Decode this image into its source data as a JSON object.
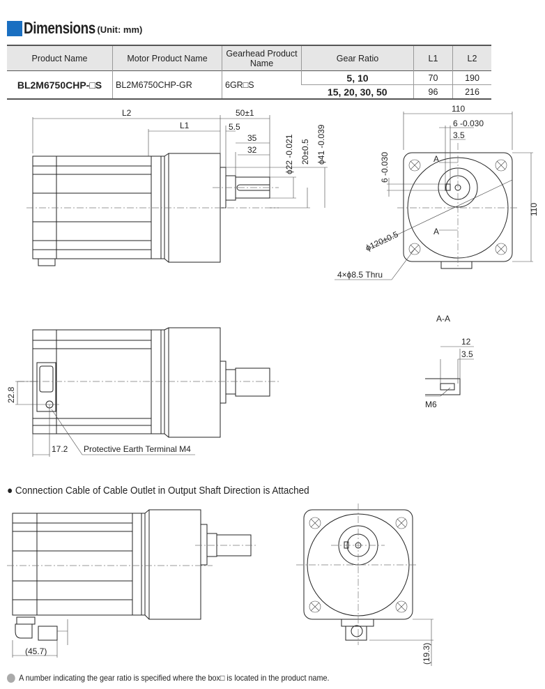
{
  "header": {
    "title": "Dimensions",
    "unit": "(Unit: mm)",
    "accent_color": "#1a6fc1"
  },
  "table": {
    "columns": [
      "Product Name",
      "Motor Product Name",
      "Gearhead  Product Name",
      "Gear Ratio",
      "L1",
      "L2"
    ],
    "product_name": "BL2M6750CHP-□S",
    "motor_product_name": "BL2M6750CHP-GR",
    "gearhead_product_name": "6GR□S",
    "rows": [
      {
        "gear_ratio": "5, 10",
        "l1": "70",
        "l2": "190"
      },
      {
        "gear_ratio": "15, 20, 30, 50",
        "l1": "96",
        "l2": "216"
      }
    ]
  },
  "dims": {
    "l2": "L2",
    "l1": "L1",
    "shaft_len": "50±1",
    "d55": "5.5",
    "d35": "35",
    "d32": "32",
    "phi22": "ϕ22 -0.021",
    "d20": "20±0.5",
    "phi41": "ϕ41 -0.039",
    "w110": "110",
    "key6": "6 -0.030",
    "d35b": "3.5",
    "key6v": "6 -0.030",
    "h110": "110",
    "sec_a": "A",
    "phi120": "ϕ120±0.5",
    "holes": "4×ϕ8.5 Thru",
    "aa": "A-A",
    "d12": "12",
    "d35c": "3.5",
    "m6": "M6",
    "d228": "22.8",
    "d172": "17.2",
    "earth": "Protective Earth Terminal M4",
    "d457": "(45.7)",
    "d193": "(19.3)"
  },
  "section2": {
    "title": "Connection Cable of Cable Outlet in Output Shaft Direction is Attached"
  },
  "footnote": "A number indicating the gear ratio is specified where the box□ is located in the product name."
}
